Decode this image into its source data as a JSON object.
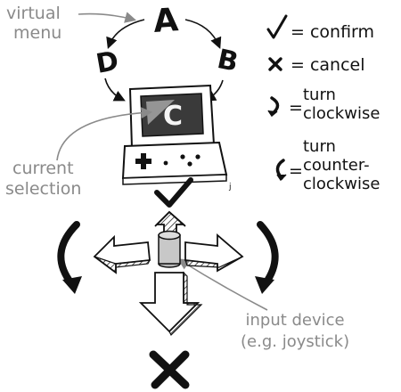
{
  "annotations": {
    "virtual_menu": [
      "virtual",
      "menu"
    ],
    "current_selection": [
      "current",
      "selection"
    ],
    "input_device": [
      "input device",
      "(e.g. joystick)"
    ]
  },
  "menu_items": [
    "A",
    "B",
    "C",
    "D"
  ],
  "legend": {
    "confirm": "= confirm",
    "cancel": "= cancel",
    "turn_clockwise": [
      "turn",
      "clockwise"
    ],
    "turn_counter_clockwise": [
      "turn",
      "counter-",
      "clockwise"
    ],
    "eq": "="
  },
  "colors": {
    "ink": "#111111",
    "annotation": "#8a8a8a",
    "screen": "#3a3a3a",
    "device": "#c8c8c8"
  }
}
